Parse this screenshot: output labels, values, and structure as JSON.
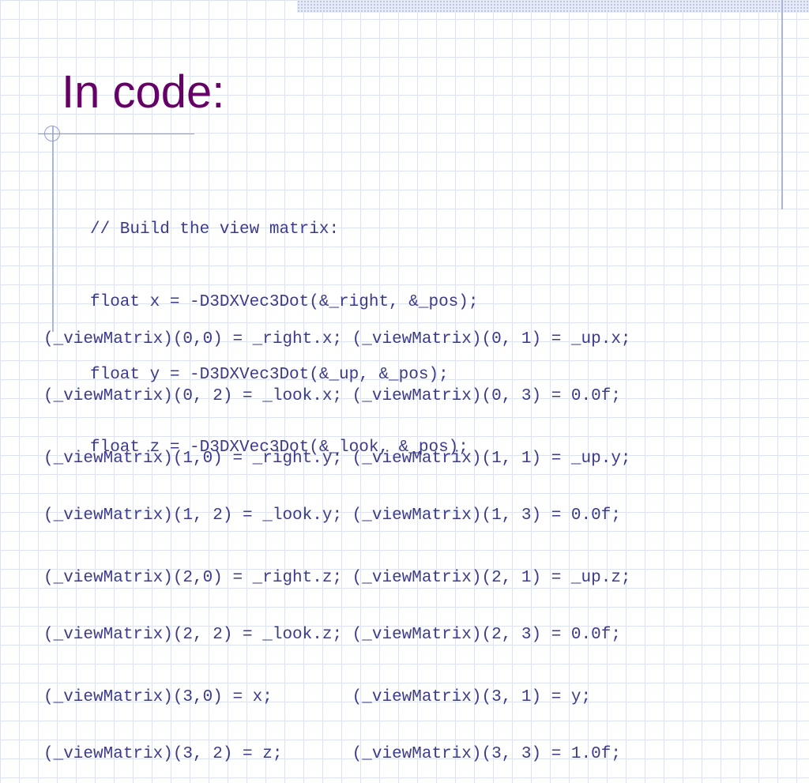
{
  "slide": {
    "title": "In code:",
    "code_intro": [
      "// Build the view matrix:",
      "float x = -D3DXVec3Dot(&_right, &_pos);",
      "float y = -D3DXVec3Dot(&_up, &_pos);",
      "float z = -D3DXVec3Dot(&_look, &_pos);"
    ],
    "matrix_lines": [
      "(_viewMatrix)(0,0) = _right.x; (_viewMatrix)(0, 1) = _up.x;",
      "(_viewMatrix)(0, 2) = _look.x; (_viewMatrix)(0, 3) = 0.0f;",
      "(_viewMatrix)(1,0) = _right.y; (_viewMatrix)(1, 1) = _up.y;",
      "(_viewMatrix)(1, 2) = _look.y; (_viewMatrix)(1, 3) = 0.0f;",
      "(_viewMatrix)(2,0) = _right.z; (_viewMatrix)(2, 1) = _up.z;",
      "(_viewMatrix)(2, 2) = _look.z; (_viewMatrix)(2, 3) = 0.0f;",
      "(_viewMatrix)(3,0) = x;        (_viewMatrix)(3, 1) = y;",
      "(_viewMatrix)(3, 2) = z;       (_viewMatrix)(3, 3) = 1.0f;"
    ]
  },
  "colors": {
    "title": "#660066",
    "code": "#3b3b8a",
    "grid": "#dde3ef",
    "accent_line": "#a9b6dc"
  }
}
